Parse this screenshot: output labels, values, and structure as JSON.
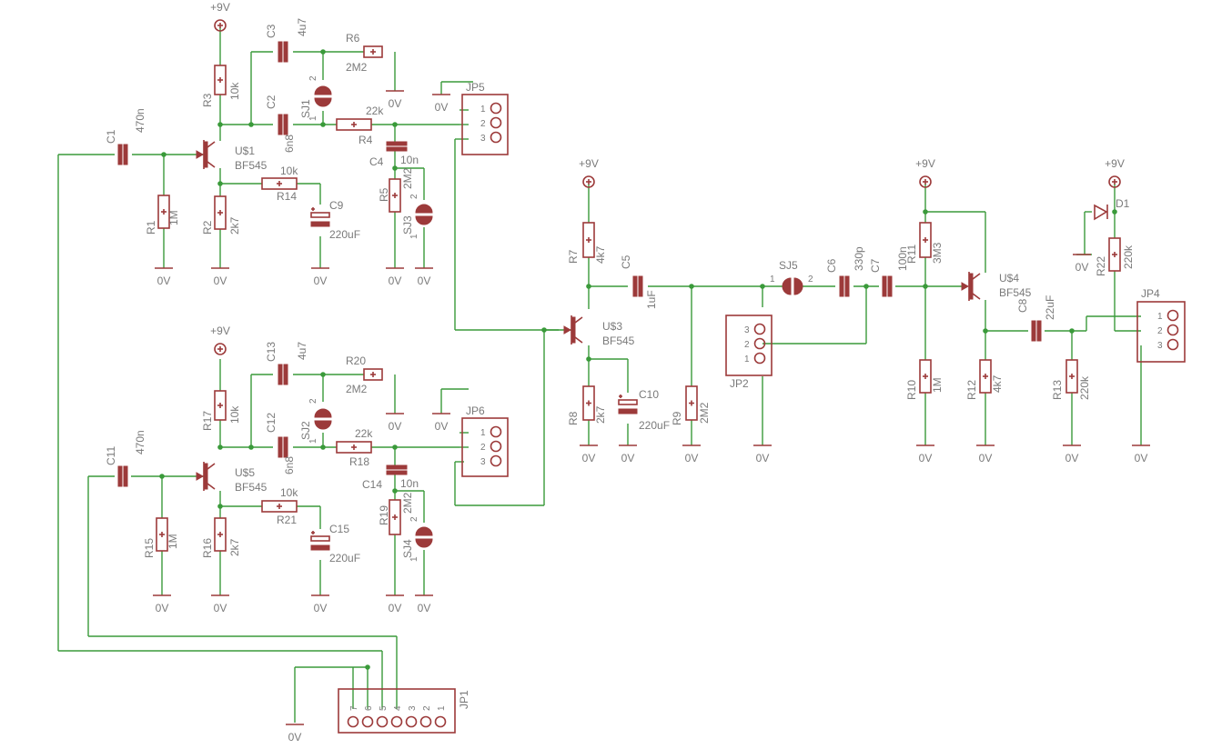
{
  "supply_label": "+9V",
  "ground_label": "0V",
  "parts": {
    "c1": {
      "name": "C1",
      "value": "470n"
    },
    "c2": {
      "name": "C2",
      "value": "6n8"
    },
    "c3": {
      "name": "C3",
      "value": "4u7"
    },
    "c4": {
      "name": "C4",
      "value": "10n"
    },
    "c5": {
      "name": "C5",
      "value": "1uF"
    },
    "c6": {
      "name": "C6",
      "value": "330p"
    },
    "c7": {
      "name": "C7",
      "value": "100n"
    },
    "c8": {
      "name": "C8",
      "value": "22uF"
    },
    "c9": {
      "name": "C9",
      "value": "220uF"
    },
    "c10": {
      "name": "C10",
      "value": "220uF"
    },
    "c11": {
      "name": "C11",
      "value": "470n"
    },
    "c12": {
      "name": "C12",
      "value": "6n8"
    },
    "c13": {
      "name": "C13",
      "value": "4u7"
    },
    "c14": {
      "name": "C14",
      "value": "10n"
    },
    "c15": {
      "name": "C15",
      "value": "220uF"
    },
    "r1": {
      "name": "R1",
      "value": "1M"
    },
    "r2": {
      "name": "R2",
      "value": "2k7"
    },
    "r3": {
      "name": "R3",
      "value": "10k"
    },
    "r4": {
      "name": "R4",
      "value": "22k"
    },
    "r5": {
      "name": "R5",
      "value": "2M2"
    },
    "r6": {
      "name": "R6",
      "value": "2M2"
    },
    "r7": {
      "name": "R7",
      "value": "4k7"
    },
    "r8": {
      "name": "R8",
      "value": "2k7"
    },
    "r9": {
      "name": "R9",
      "value": "2M2"
    },
    "r10": {
      "name": "R10",
      "value": "1M"
    },
    "r11": {
      "name": "R11",
      "value": "3M3"
    },
    "r12": {
      "name": "R12",
      "value": "4k7"
    },
    "r13": {
      "name": "R13",
      "value": "220k"
    },
    "r14": {
      "name": "R14",
      "value": "10k"
    },
    "r15": {
      "name": "R15",
      "value": "1M"
    },
    "r16": {
      "name": "R16",
      "value": "2k7"
    },
    "r17": {
      "name": "R17",
      "value": "10k"
    },
    "r18": {
      "name": "R18",
      "value": "22k"
    },
    "r19": {
      "name": "R19",
      "value": "2M2"
    },
    "r20": {
      "name": "R20",
      "value": "2M2"
    },
    "r21": {
      "name": "R21",
      "value": "10k"
    },
    "r22": {
      "name": "R22",
      "value": "220k"
    },
    "u1": {
      "name": "U$1",
      "value": "BF545"
    },
    "u3": {
      "name": "U$3",
      "value": "BF545"
    },
    "u4": {
      "name": "U$4",
      "value": "BF545"
    },
    "u5": {
      "name": "U$5",
      "value": "BF545"
    },
    "sj1": {
      "name": "SJ1"
    },
    "sj2": {
      "name": "SJ2"
    },
    "sj3": {
      "name": "SJ3"
    },
    "sj4": {
      "name": "SJ4"
    },
    "sj5": {
      "name": "SJ5"
    },
    "jp1": {
      "name": "JP1",
      "pins": [
        "7",
        "6",
        "5",
        "4",
        "3",
        "2",
        "1"
      ]
    },
    "jp2": {
      "name": "JP2",
      "pins": [
        "3",
        "2",
        "1"
      ]
    },
    "jp4": {
      "name": "JP4",
      "pins": [
        "1",
        "2",
        "3"
      ]
    },
    "jp5": {
      "name": "JP5",
      "pins": [
        "1",
        "2",
        "3"
      ]
    },
    "jp6": {
      "name": "JP6",
      "pins": [
        "1",
        "2",
        "3"
      ]
    },
    "d1": {
      "name": "D1"
    }
  },
  "pin_marks": {
    "one": "1",
    "two": "2",
    "plus": "+"
  },
  "colors": {
    "wire": "#3a9a3a",
    "part": "#9c3a3a",
    "text": "#7a7a7a",
    "background": "#ffffff"
  }
}
